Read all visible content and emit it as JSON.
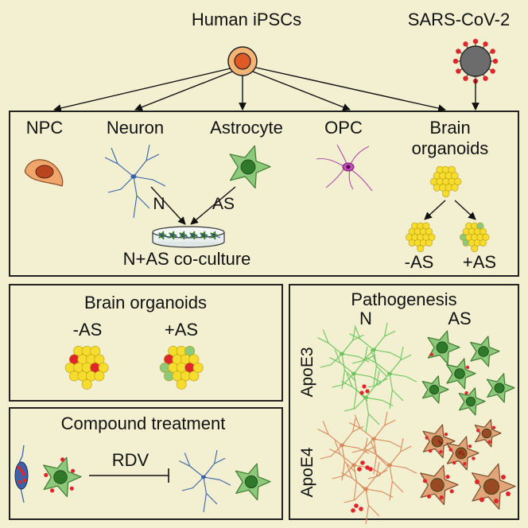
{
  "header": {
    "source": "Human iPSCs",
    "virus": "SARS-CoV-2"
  },
  "cell_types": {
    "npc": "NPC",
    "neuron": "Neuron",
    "astrocyte": "Astrocyte",
    "opc": "OPC",
    "organoids_line1": "Brain",
    "organoids_line2": "organoids"
  },
  "coculture": {
    "neuron_arrow": "N",
    "astro_arrow": "AS",
    "label": "N+AS co-culture"
  },
  "organoid_variants": {
    "minus": "-AS",
    "plus": "+AS"
  },
  "panel_organoids": {
    "title": "Brain organoids",
    "minus": "-AS",
    "plus": "+AS"
  },
  "panel_treatment": {
    "title": "Compound treatment",
    "drug": "RDV"
  },
  "panel_pathogenesis": {
    "title": "Pathogenesis",
    "col_n": "N",
    "col_as": "AS",
    "row_e3": "ApoE3",
    "row_e4": "ApoE4"
  },
  "colors": {
    "background": "#f3f0d2",
    "astrocyte_green": "#8cc97a",
    "astrocyte_orange": "#e0a679",
    "neuron_blue": "#3a63a8",
    "neuron_green": "#6cc45b",
    "neuron_orange": "#d9895a",
    "organoid_yellow": "#f6dc2d",
    "virus_red": "#e0262b",
    "virus_gray": "#6c6c6c"
  }
}
